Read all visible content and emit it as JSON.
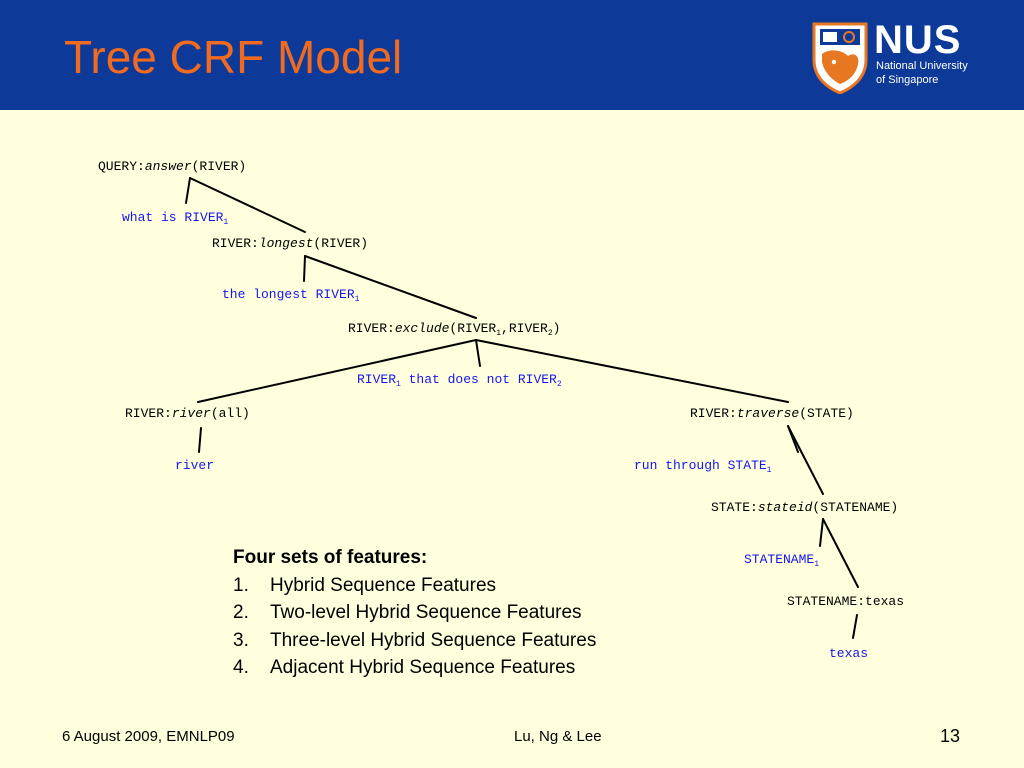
{
  "slide": {
    "title": "Tree CRF Model",
    "footer_left": "6 August 2009, EMNLP09",
    "footer_center": "Lu, Ng & Lee",
    "page_number": "13"
  },
  "logo": {
    "abbr": "NUS",
    "name_line1": "National University",
    "name_line2": "of Singapore"
  },
  "tree": {
    "n1": {
      "pre": "QUERY:",
      "fn": "answer",
      "post": "(RIVER)"
    },
    "w1": {
      "text": "what is RIVER",
      "sub": "1"
    },
    "n2": {
      "pre": "RIVER:",
      "fn": "longest",
      "post": "(RIVER)"
    },
    "w2": {
      "text": "the longest RIVER",
      "sub": "1"
    },
    "n3": {
      "pre": "RIVER:",
      "fn": "exclude",
      "a": "(RIVER",
      "s1": "1",
      "b": ",RIVER",
      "s2": "2",
      "c": ")"
    },
    "w3": {
      "a": "RIVER",
      "s1": "1",
      "b": " that does not RIVER",
      "s2": "2"
    },
    "n4": {
      "pre": "RIVER:",
      "fn": "river",
      "post": "(all)"
    },
    "w4": {
      "text": "river"
    },
    "n5": {
      "pre": "RIVER:",
      "fn": "traverse",
      "post": "(STATE)"
    },
    "w5": {
      "text": "run through STATE",
      "sub": "1"
    },
    "n6": {
      "pre": "STATE:",
      "fn": "stateid",
      "post": "(STATENAME)"
    },
    "w6": {
      "text": "STATENAME",
      "sub": "1"
    },
    "n7": {
      "text": "STATENAME:texas"
    },
    "w7": {
      "text": "texas"
    }
  },
  "features": {
    "title": "Four sets of features:",
    "items": [
      {
        "num": "1.",
        "label": "Hybrid Sequence Features"
      },
      {
        "num": "2.",
        "label": "Two-level Hybrid Sequence Features"
      },
      {
        "num": "3.",
        "label": "Three-level Hybrid Sequence Features"
      },
      {
        "num": "4.",
        "label": "Adjacent Hybrid Sequence Features"
      }
    ]
  },
  "colors": {
    "header_bg": "#0d3a99",
    "title": "#f06a20",
    "body_bg": "#ffffdd",
    "node_text": "#000000",
    "word_text": "#1515ee"
  }
}
